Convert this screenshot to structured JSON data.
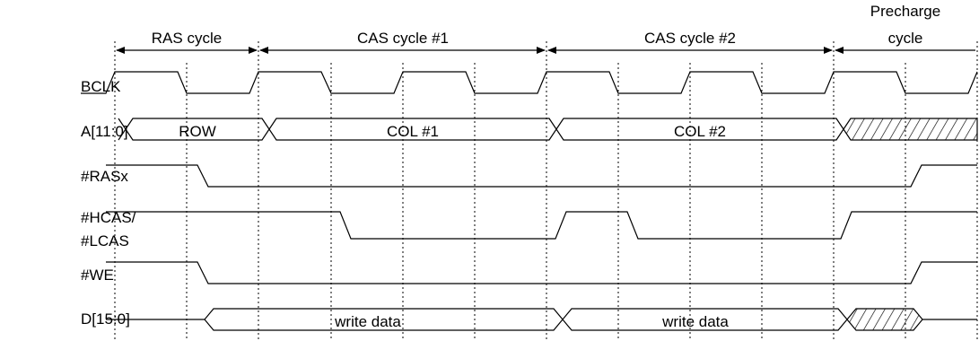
{
  "phases": [
    {
      "label": "RAS cycle"
    },
    {
      "label": "CAS cycle #1"
    },
    {
      "label": "CAS cycle #2"
    },
    {
      "label_line1": "Precharge",
      "label_line2": "cycle"
    }
  ],
  "signals": {
    "bclk": "BCLK",
    "addr": "A[11:0]",
    "ras": "#RASx",
    "hcas": "#HCAS/",
    "lcas": "#LCAS",
    "we": "#WE",
    "data": "D[15:0]"
  },
  "bus_values": {
    "row": "ROW",
    "col1": "COL #1",
    "col2": "COL #2",
    "write_data_1": "write data",
    "write_data_2": "write data"
  },
  "colors": {
    "line": "#000000",
    "background": "#ffffff"
  }
}
